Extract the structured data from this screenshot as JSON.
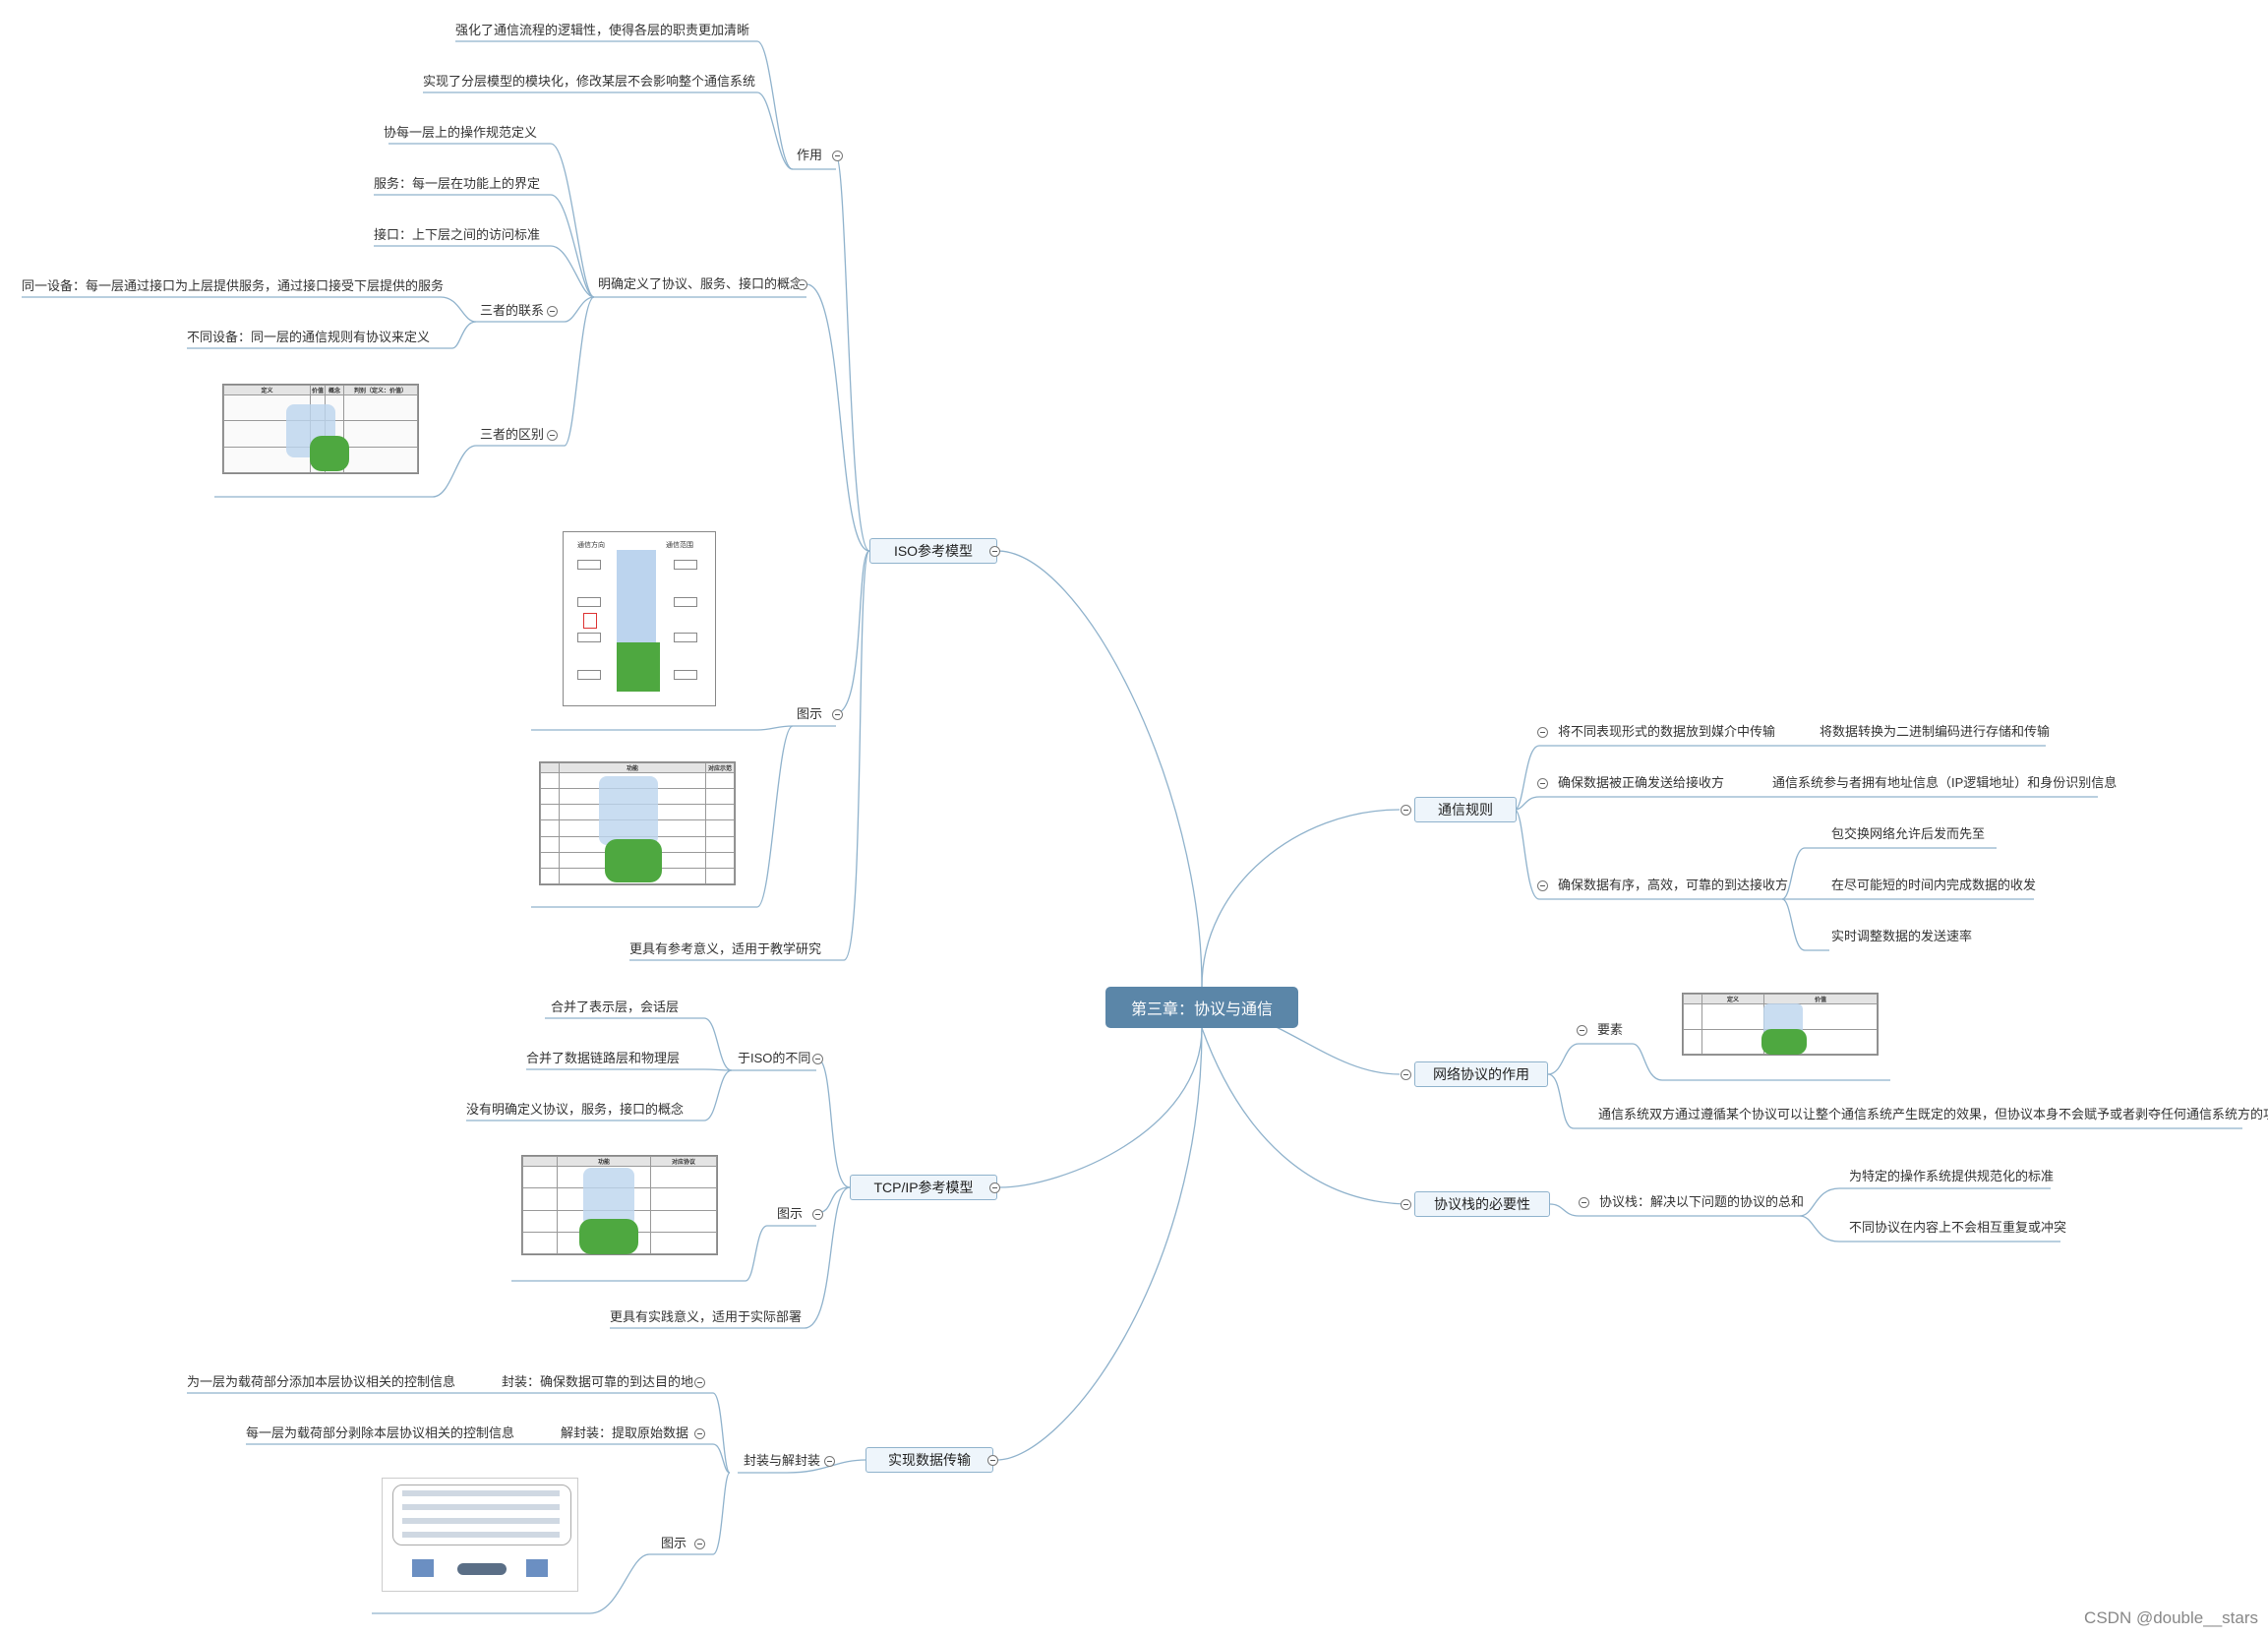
{
  "root": "第三章：协议与通信",
  "branches": {
    "iso": {
      "title": "ISO参考模型",
      "zuoyong": {
        "label": "作用",
        "items": [
          "强化了通信流程的逻辑性，使得各层的职责更加清晰",
          "实现了分层模型的模块化，修改某层不会影响整个通信系统"
        ]
      },
      "gainian": {
        "label": "明确定义了协议、服务、接口的概念",
        "items": [
          "协每一层上的操作规范定义",
          "服务：每一层在功能上的界定",
          "接口：上下层之间的访问标准"
        ],
        "lianxi": {
          "label": "三者的联系",
          "items": [
            "同一设备：每一层通过接口为上层提供服务，通过接口接受下层提供的服务",
            "不同设备：同一层的通信规则有协议来定义"
          ]
        },
        "qubie": {
          "label": "三者的区别"
        }
      },
      "tushi": {
        "label": "图示"
      },
      "note": "更具有参考意义，适用于教学研究"
    },
    "tcpip": {
      "title": "TCP/IP参考模型",
      "diff": {
        "label": "于ISO的不同",
        "items": [
          "合并了表示层，会话层",
          "合并了数据链路层和物理层",
          "没有明确定义协议，服务，接口的概念"
        ]
      },
      "tushi": {
        "label": "图示"
      },
      "note": "更具有实践意义，适用于实际部署"
    },
    "transfer": {
      "title": "实现数据传输",
      "fz": {
        "label": "封装与解封装",
        "encap": {
          "label": "封装：确保数据可靠的到达目的地",
          "detail": "为一层为载荷部分添加本层协议相关的控制信息"
        },
        "decap": {
          "label": "解封装：提取原始数据",
          "detail": "每一层为载荷部分剥除本层协议相关的控制信息"
        },
        "tushi": "图示"
      }
    },
    "rules": {
      "title": "通信规则",
      "r1": {
        "label": "将不同表现形式的数据放到媒介中传输",
        "detail": "将数据转换为二进制编码进行存储和传输"
      },
      "r2": {
        "label": "确保数据被正确发送给接收方",
        "detail": "通信系统参与者拥有地址信息（IP逻辑地址）和身份识别信息"
      },
      "r3": {
        "label": "确保数据有序，高效，可靠的到达接收方",
        "items": [
          "包交换网络允许后发而先至",
          "在尽可能短的时间内完成数据的收发",
          "实时调整数据的发送速率"
        ]
      }
    },
    "role": {
      "title": "网络协议的作用",
      "yaosu": "要素",
      "desc": "通信系统双方通过遵循某个协议可以让整个通信系统产生既定的效果，但协议本身不会赋予或者剥夺任何通信系统方的功能"
    },
    "stack": {
      "title": "协议栈的必要性",
      "def": "协议栈：解决以下问题的协议的总和",
      "items": [
        "为特定的操作系统提供规范化的标准",
        "不同协议在内容上不会相互重复或冲突"
      ]
    }
  },
  "images": {
    "iso_compare": {
      "headers": [
        "定义",
        "价值",
        "概念",
        "判别（定义：价值）"
      ]
    },
    "iso_layers": {
      "left": "通信方向",
      "right": "通信范围"
    },
    "iso_table": {
      "headers": [
        "功能",
        "对应示范"
      ]
    },
    "tcpip_table": {
      "headers": [
        "功能",
        "对应协议"
      ]
    },
    "element_table": {
      "headers": [
        "定义",
        "价值"
      ]
    }
  },
  "watermark": "CSDN @double__stars"
}
